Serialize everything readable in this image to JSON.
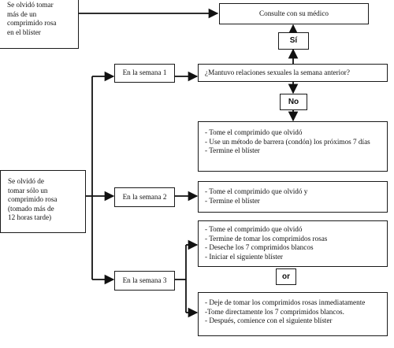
{
  "flowchart": {
    "forgot_pink_top": {
      "lines": [
        "Se olvidó tomar",
        "más de un",
        "comprimido rosa",
        "en el blíster"
      ]
    },
    "consult_doctor": "Consulte con su médico",
    "yes": "Sí",
    "week1": "En la semana 1",
    "question": "¿Mantuvo relaciones sexuales la semana anterior?",
    "no": "No",
    "week1_instructions": {
      "lines": [
        "- Tome el comprimido que olvidó",
        "- Use un método de barrera (condón) los próximos 7 días",
        "- Termine el blíster"
      ]
    },
    "forgot_one_pink": {
      "lines": [
        "Se olvidó de",
        "tomar sólo un",
        "comprimido rosa",
        "(tomado más de",
        "12 horas tarde)"
      ]
    },
    "week2": "En la semana 2",
    "week2_instructions": {
      "lines": [
        "- Tome el comprimido que olvidó y",
        "- Termine el blíster"
      ]
    },
    "week3": "En la semana 3",
    "week3_option_a": {
      "lines": [
        "- Tome el comprimido que olvidó",
        "- Termine de tomar los comprimidos rosas",
        "- Deseche los 7 comprimidos blancos",
        "- Iniciar el siguiente blíster"
      ]
    },
    "or": "or",
    "week3_option_b": {
      "lines": [
        "- Deje de tomar los comprimidos rosas inmediatamente",
        "-Tome directamente los 7 comprimidos blancos.",
        "- Después, comience con el siguiente blíster"
      ]
    }
  }
}
